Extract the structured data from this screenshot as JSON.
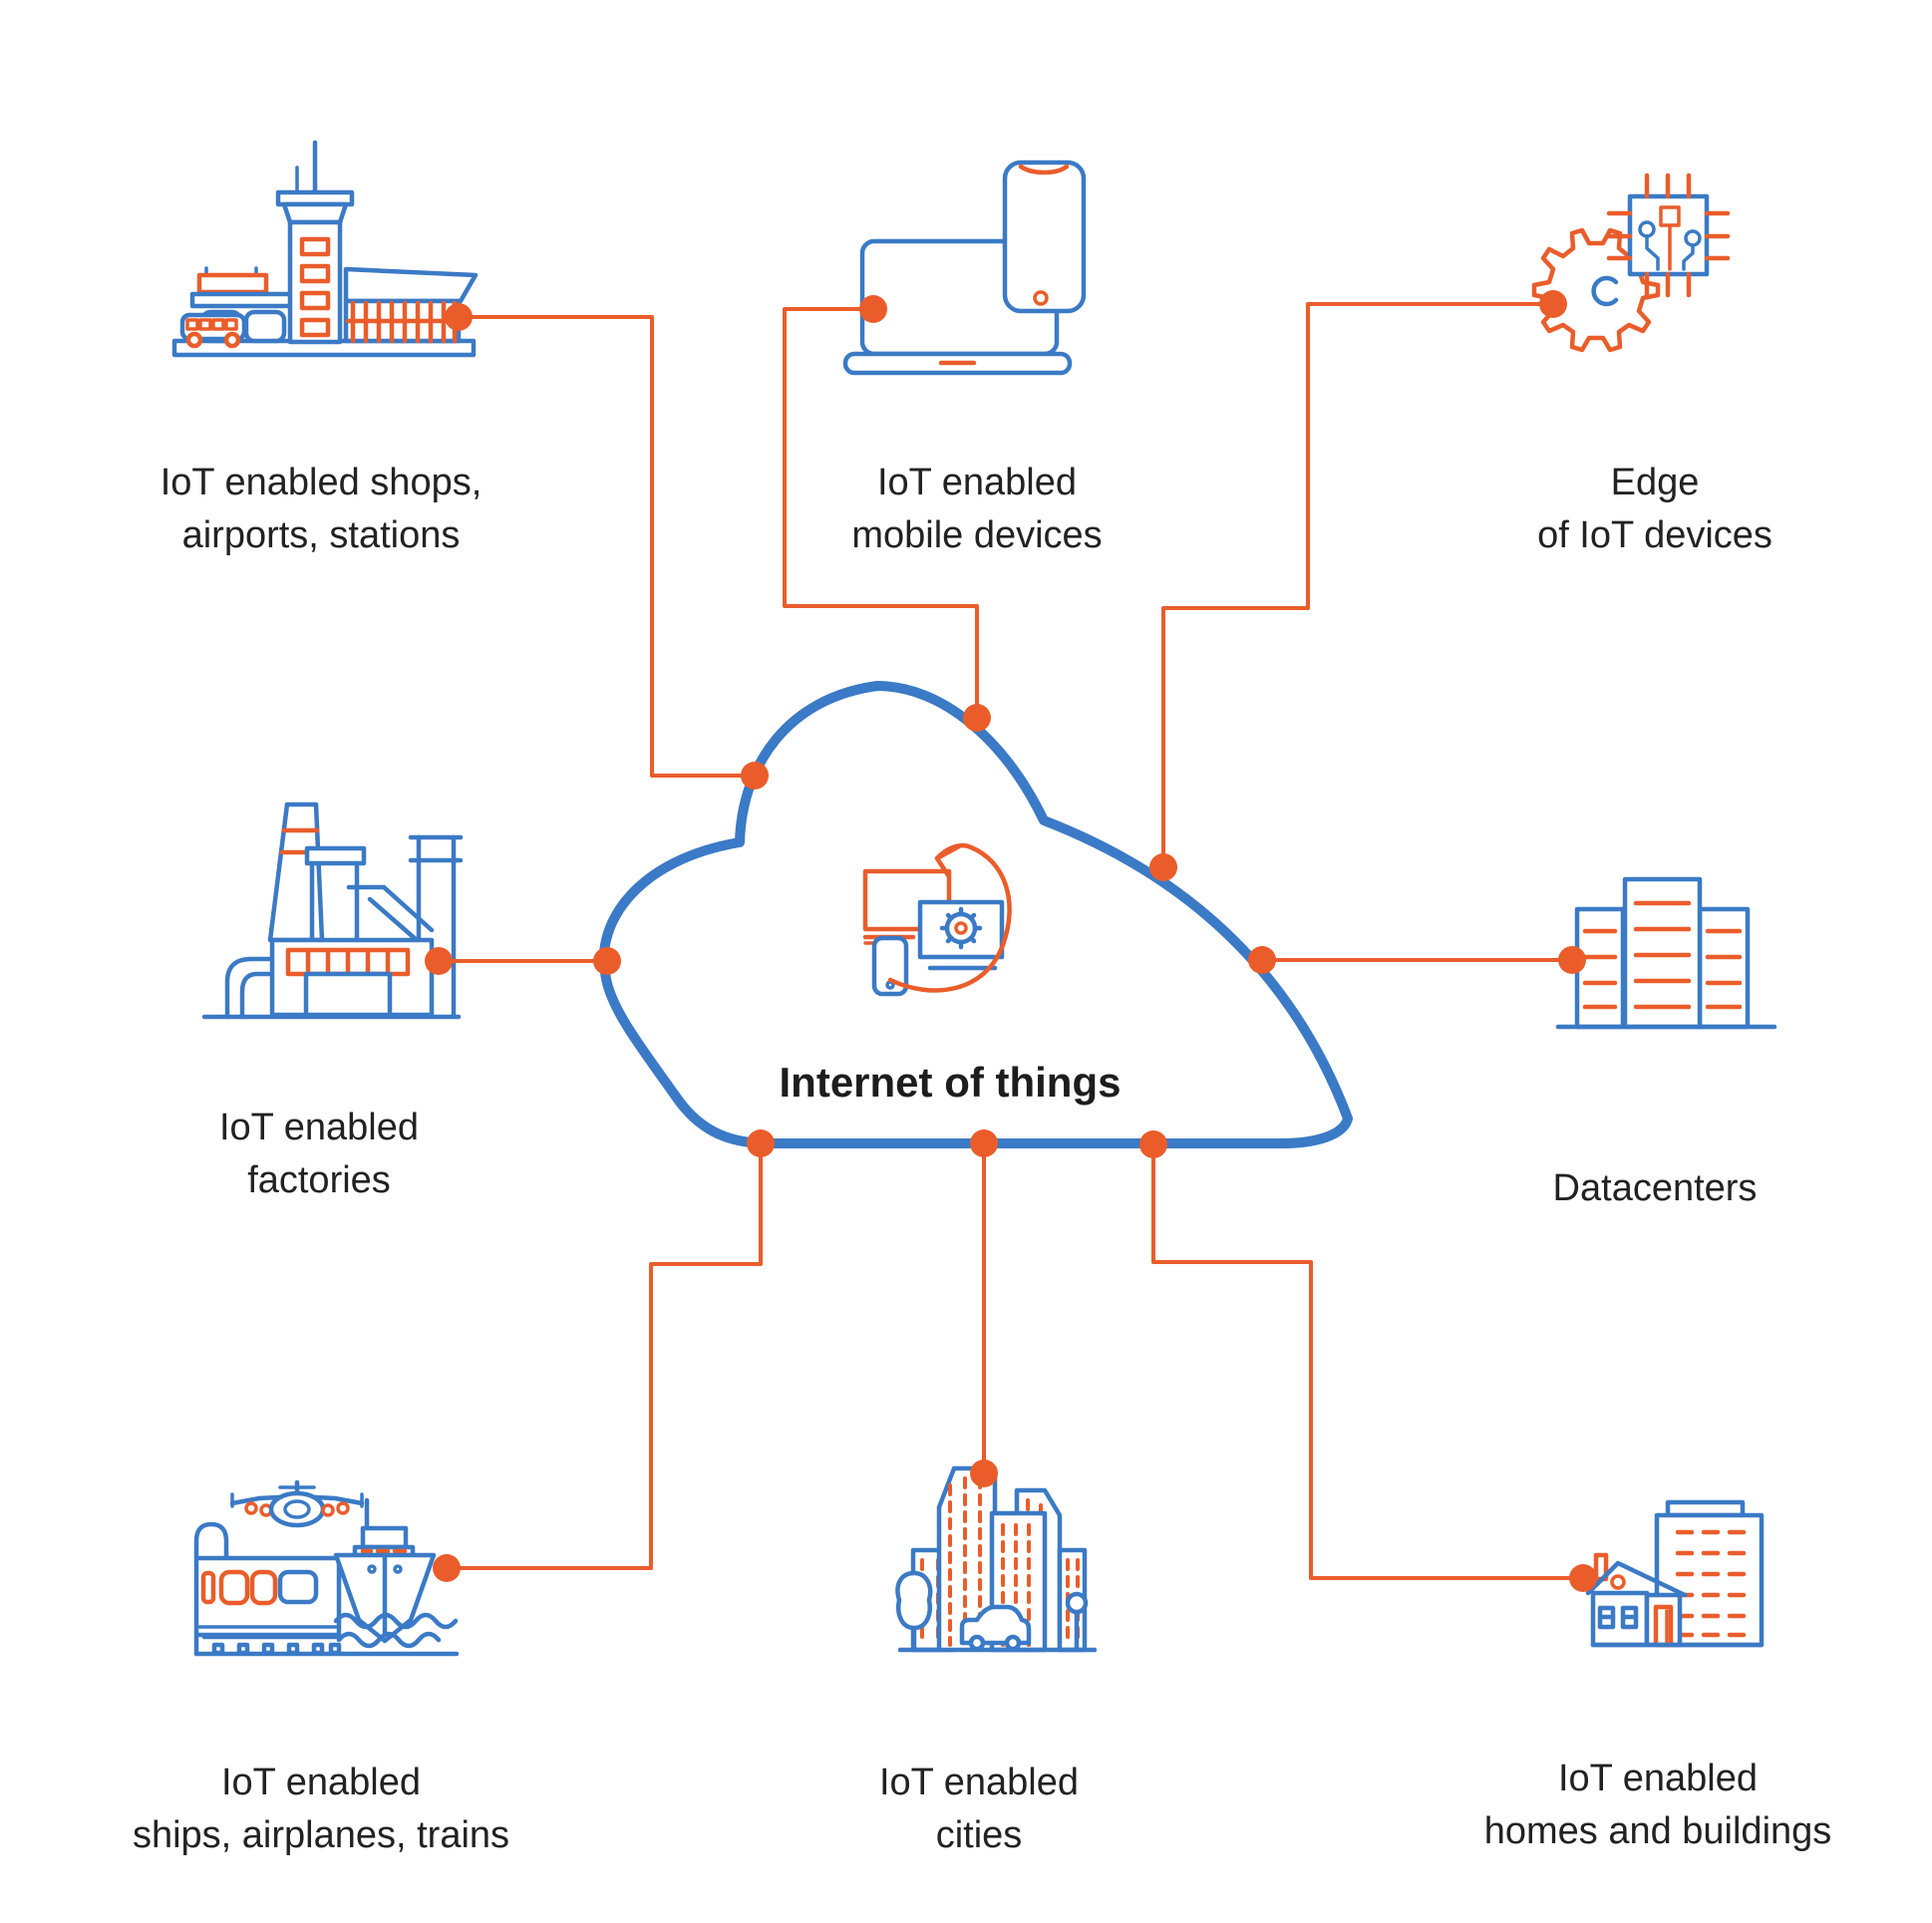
{
  "title": "Internet of things",
  "colors": {
    "blue": "#3B7AC6",
    "orange": "#EA5D2B",
    "text": "#222222",
    "background": "#ffffff"
  },
  "center": {
    "label": "Internet of things",
    "icon": "device-sync-icon"
  },
  "nodes": [
    {
      "id": "shops",
      "icon": "airport-icon",
      "line1": "IoT enabled shops,",
      "line2": "airports, stations"
    },
    {
      "id": "mobile",
      "icon": "laptop-phone-icon",
      "line1": "IoT enabled",
      "line2": "mobile devices"
    },
    {
      "id": "edge",
      "icon": "gear-chip-icon",
      "line1": "Edge",
      "line2": "of IoT devices"
    },
    {
      "id": "factories",
      "icon": "factory-icon",
      "line1": "IoT enabled",
      "line2": "factories"
    },
    {
      "id": "datacenters",
      "icon": "datacenter-icon",
      "line1": "Datacenters",
      "line2": ""
    },
    {
      "id": "transport",
      "icon": "transport-icon",
      "line1": "IoT enabled",
      "line2": "ships, airplanes, trains"
    },
    {
      "id": "cities",
      "icon": "city-icon",
      "line1": "IoT enabled",
      "line2": "cities"
    },
    {
      "id": "homes",
      "icon": "home-building-icon",
      "line1": "IoT enabled",
      "line2": "homes and buildings"
    }
  ]
}
